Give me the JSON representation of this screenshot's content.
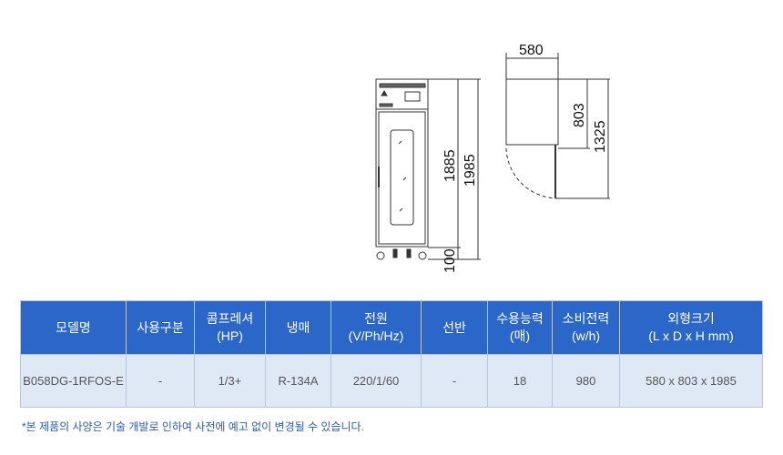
{
  "drawing": {
    "width": "580",
    "depth": "803",
    "swing": "1325",
    "body_height": "1885",
    "total_height": "1985",
    "leg_height": "100"
  },
  "table": {
    "headers": [
      [
        "모델명",
        ""
      ],
      [
        "사용구분",
        ""
      ],
      [
        "콤프레셔",
        "(HP)"
      ],
      [
        "냉매",
        ""
      ],
      [
        "전원",
        "(V/Ph/Hz)"
      ],
      [
        "선반",
        ""
      ],
      [
        "수용능력",
        "(매)"
      ],
      [
        "소비전력",
        "(w/h)"
      ],
      [
        "외형크기",
        "(L x D x H mm)"
      ]
    ],
    "row": [
      "B058DG-1RFOS-E",
      "-",
      "1/3+",
      "R-134A",
      "220/1/60",
      "-",
      "18",
      "980",
      "580 x 803 x 1985"
    ]
  },
  "note": "*본 제품의 사양은 기술 개발로 인하여 사전에 예고 없이 변경될 수 있습니다."
}
